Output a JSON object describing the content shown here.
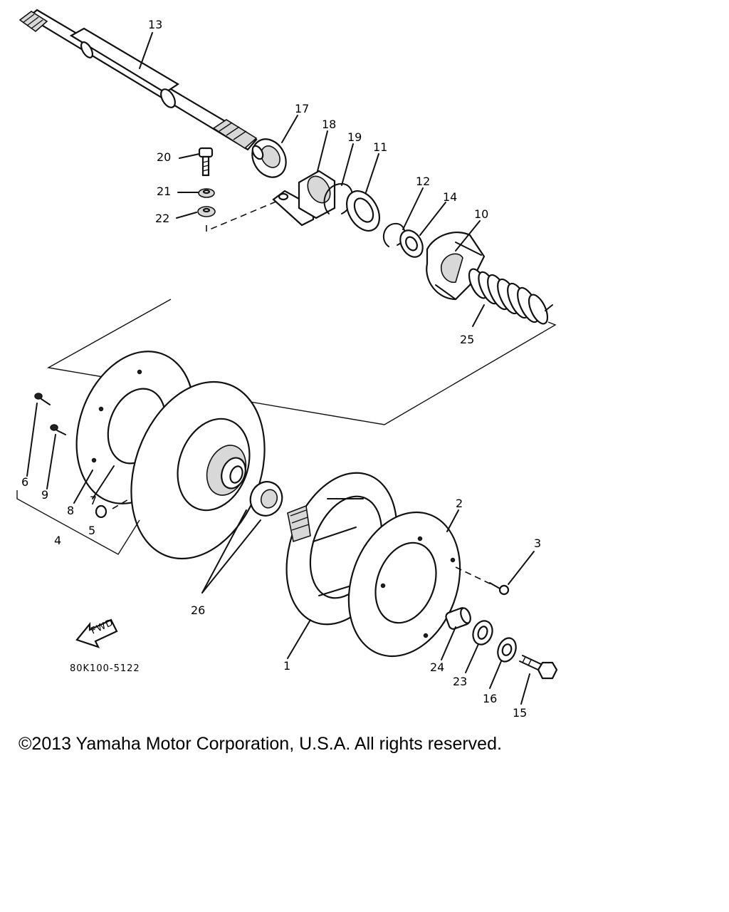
{
  "diagram": {
    "drawing_code": "80K100-5122",
    "fwd_label": "FWD",
    "callouts": [
      {
        "id": "c13",
        "text": "13"
      },
      {
        "id": "c17",
        "text": "17"
      },
      {
        "id": "c18",
        "text": "18"
      },
      {
        "id": "c19",
        "text": "19"
      },
      {
        "id": "c11",
        "text": "11"
      },
      {
        "id": "c20",
        "text": "20"
      },
      {
        "id": "c21",
        "text": "21"
      },
      {
        "id": "c22",
        "text": "22"
      },
      {
        "id": "c12",
        "text": "12"
      },
      {
        "id": "c14",
        "text": "14"
      },
      {
        "id": "c10",
        "text": "10"
      },
      {
        "id": "c25",
        "text": "25"
      },
      {
        "id": "c6",
        "text": "6"
      },
      {
        "id": "c9",
        "text": "9"
      },
      {
        "id": "c8",
        "text": "8"
      },
      {
        "id": "c7",
        "text": "7"
      },
      {
        "id": "c5",
        "text": "5"
      },
      {
        "id": "c4",
        "text": "4"
      },
      {
        "id": "c2",
        "text": "2"
      },
      {
        "id": "c3",
        "text": "3"
      },
      {
        "id": "c26",
        "text": "26"
      },
      {
        "id": "c1",
        "text": "1"
      },
      {
        "id": "c24",
        "text": "24"
      },
      {
        "id": "c23",
        "text": "23"
      },
      {
        "id": "c16",
        "text": "16"
      },
      {
        "id": "c15",
        "text": "15"
      }
    ]
  },
  "footer": {
    "copyright": "©2013 Yamaha Motor Corporation, U.S.A. All rights reserved."
  }
}
